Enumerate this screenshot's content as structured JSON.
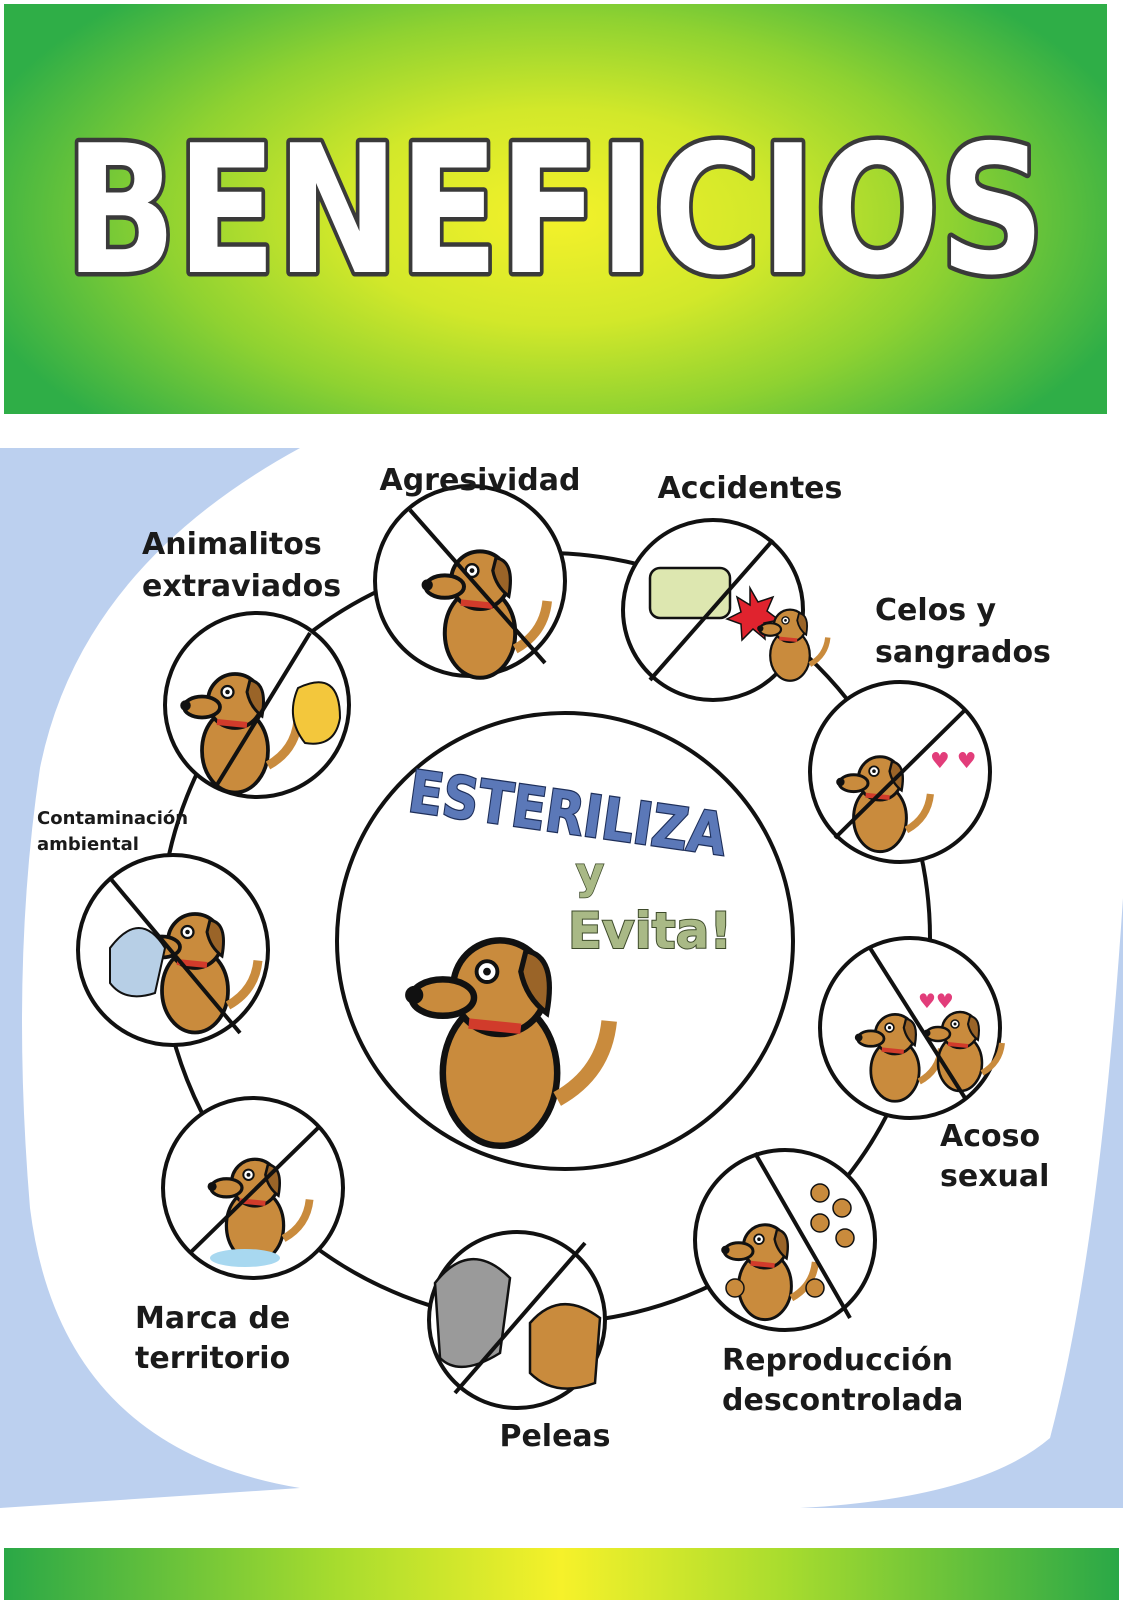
{
  "header": {
    "title": "BENEFICIOS"
  },
  "center": {
    "word": "ESTERILIZA",
    "y": "y",
    "evita": "Evita!"
  },
  "items": [
    {
      "line1": "Agresividad",
      "line2": ""
    },
    {
      "line1": "Accidentes",
      "line2": ""
    },
    {
      "line1": "Celos y",
      "line2": "sangrados"
    },
    {
      "line1": "Acoso",
      "line2": "sexual"
    },
    {
      "line1": "Reproducción",
      "line2": "descontrolada"
    },
    {
      "line1": "Peleas",
      "line2": ""
    },
    {
      "line1": "Marca de",
      "line2": "territorio"
    },
    {
      "line1": "Contaminación",
      "line2": "ambiental"
    },
    {
      "line1": "Animalitos",
      "line2": "extraviados"
    }
  ],
  "colors": {
    "banner_center": "#f4f12a",
    "banner_edge": "#2fae47",
    "dog": "#c98b3d",
    "outline": "#111111",
    "esteriliza": "#5b78b8",
    "evita": "#a9b986",
    "corner_blue": "#bcd0ef"
  }
}
